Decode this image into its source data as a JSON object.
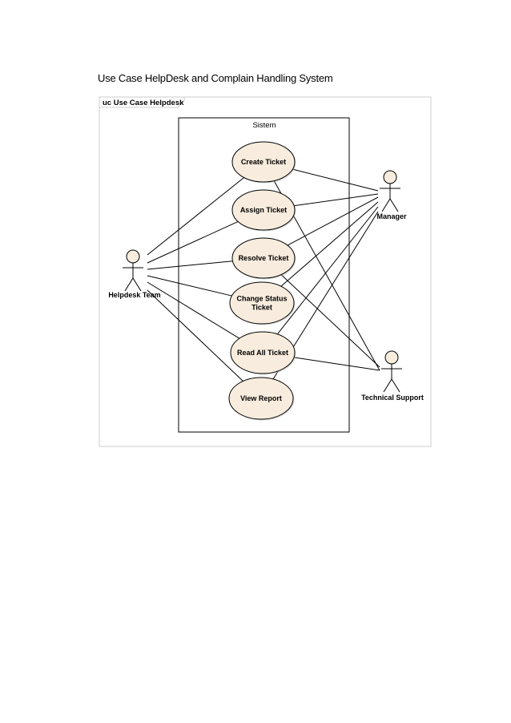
{
  "page": {
    "title": "Use Case HelpDesk  and Complain Handling System"
  },
  "diagram": {
    "frame_label": "uc Use Case Helpdesk",
    "system_label": "Sistem",
    "use_cases": [
      {
        "id": "create",
        "lines": [
          "Create Ticket"
        ]
      },
      {
        "id": "assign",
        "lines": [
          "Assign Ticket"
        ]
      },
      {
        "id": "resolve",
        "lines": [
          "Resolve Ticket"
        ]
      },
      {
        "id": "change",
        "lines": [
          "Change Status",
          "Ticket"
        ]
      },
      {
        "id": "read",
        "lines": [
          "Read All Ticket"
        ]
      },
      {
        "id": "report",
        "lines": [
          "View Report"
        ]
      }
    ],
    "actors": [
      {
        "id": "helpdesk",
        "label": "Helpdesk Team"
      },
      {
        "id": "manager",
        "label": "Manager"
      },
      {
        "id": "support",
        "label": "Technical Support"
      }
    ],
    "associations": [
      [
        "helpdesk",
        "create"
      ],
      [
        "helpdesk",
        "assign"
      ],
      [
        "helpdesk",
        "resolve"
      ],
      [
        "helpdesk",
        "change"
      ],
      [
        "helpdesk",
        "read"
      ],
      [
        "helpdesk",
        "report"
      ],
      [
        "manager",
        "create"
      ],
      [
        "manager",
        "assign"
      ],
      [
        "manager",
        "resolve"
      ],
      [
        "manager",
        "change"
      ],
      [
        "manager",
        "read"
      ],
      [
        "manager",
        "report"
      ],
      [
        "support",
        "create"
      ],
      [
        "support",
        "resolve"
      ],
      [
        "support",
        "read"
      ]
    ],
    "colors": {
      "use_case_fill": "#f7ecdd",
      "use_case_stroke": "#000000",
      "line": "#000000",
      "frame_border": "#cccccc",
      "actor_head_fill": "#f7ecdd"
    }
  }
}
